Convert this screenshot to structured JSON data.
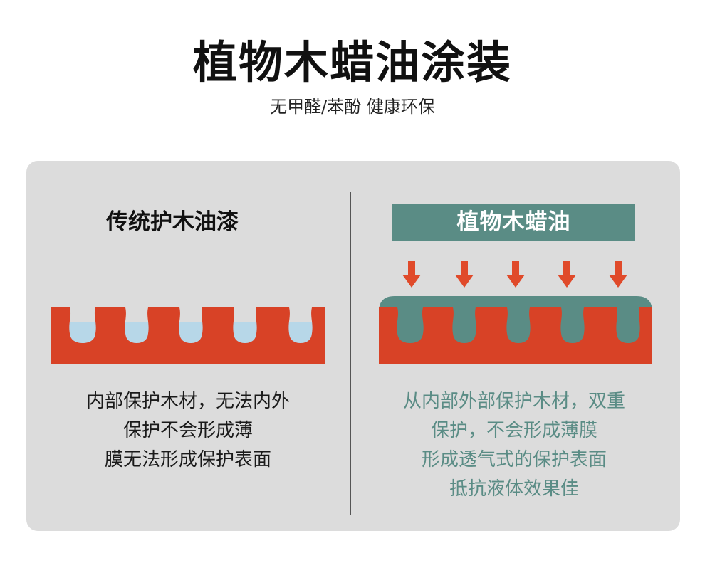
{
  "header": {
    "title": "植物木蜡油涂装",
    "subtitle": "无甲醛/苯酚 健康环保"
  },
  "left": {
    "heading": "传统护木油漆",
    "lines": [
      "内部保护木材，无法内外",
      "保护不会形成薄",
      "膜无法形成保护表面"
    ]
  },
  "right": {
    "heading": "植物木蜡油",
    "lines": [
      "从内部外部保护木材，双重",
      "保护，不会形成薄膜",
      "形成透气式的保护表面",
      "抵抗液体效果佳"
    ]
  },
  "colors": {
    "wood": "#d84226",
    "liquid": "#b7d7e8",
    "oil": "#5a8c85",
    "arrow": "#e04a2a",
    "panel": "#dcdcdc"
  }
}
